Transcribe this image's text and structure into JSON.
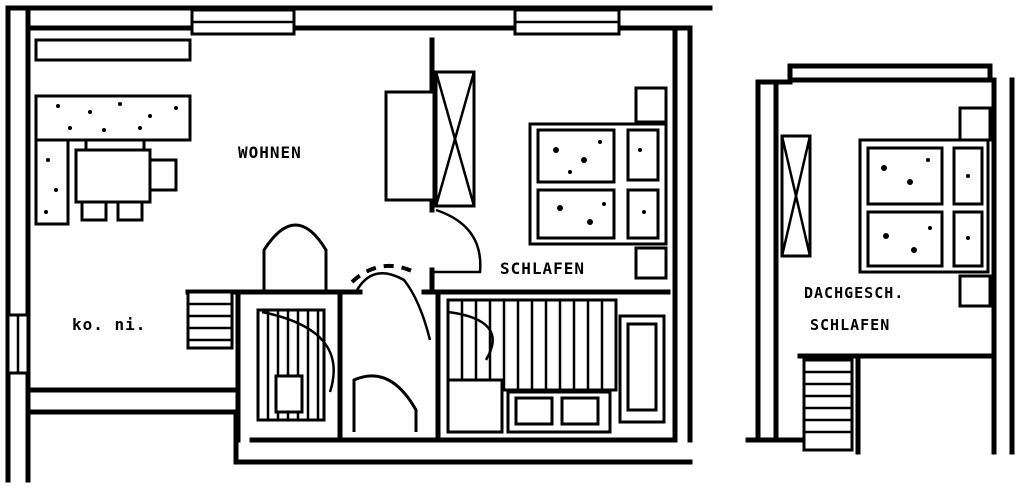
{
  "rooms": {
    "wohnen": "WOHNEN",
    "schlafen": "SCHLAFEN",
    "kochnische": "ko. ni.",
    "dachgeschoss_line1": "DACHGESCH.",
    "dachgeschoss_line2": "SCHLAFEN"
  },
  "colors": {
    "ink": "#000000",
    "paper": "#ffffff"
  }
}
